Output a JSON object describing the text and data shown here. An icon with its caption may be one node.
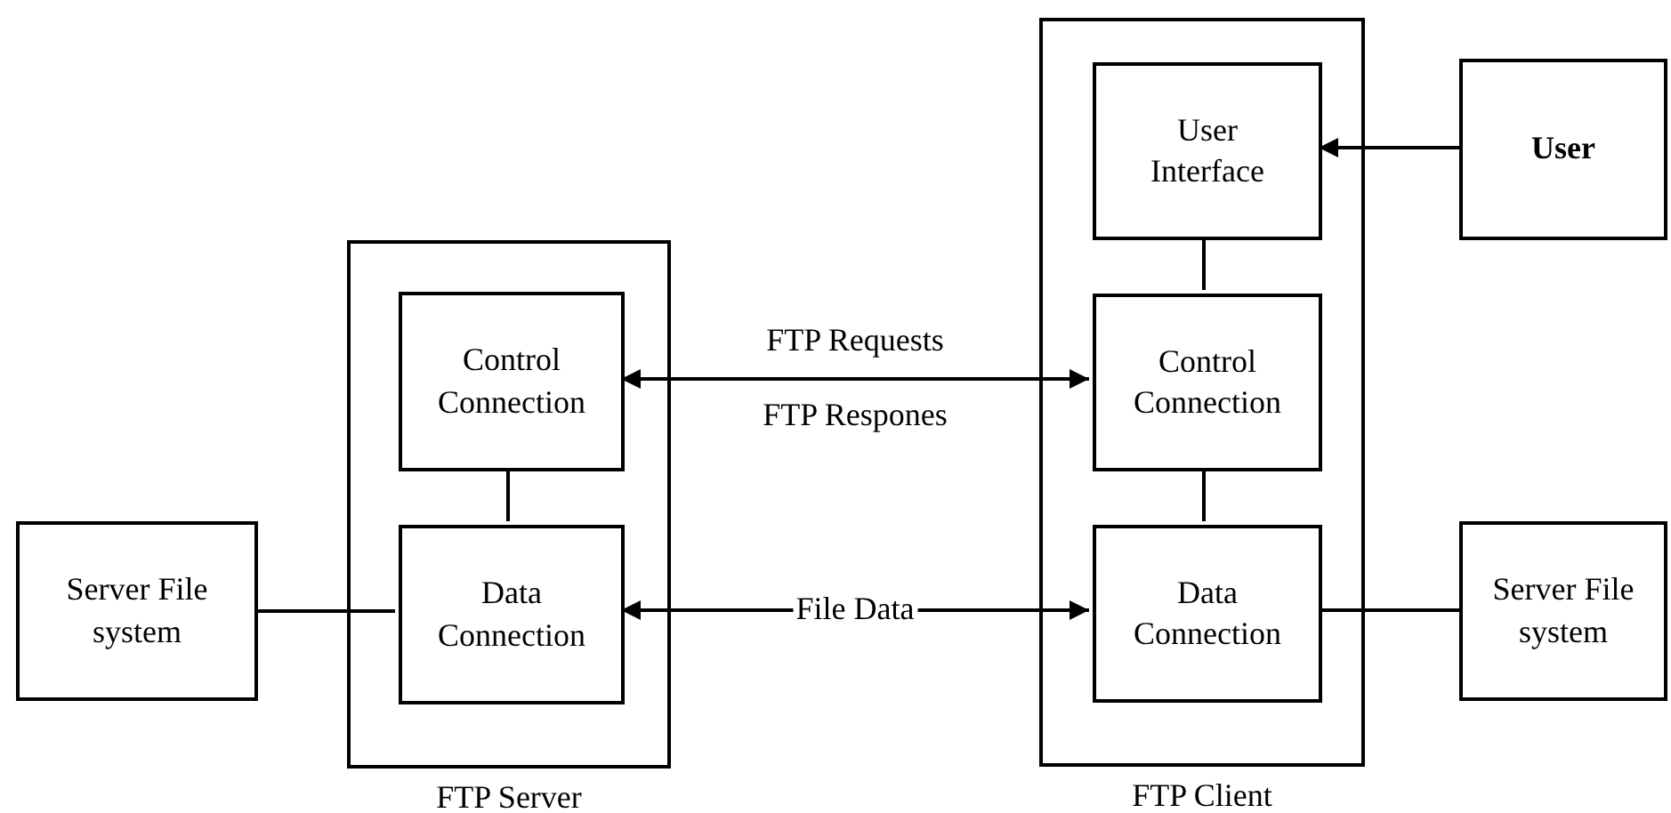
{
  "diagram": {
    "nodes": [
      {
        "text": [
          "FTP Server"
        ]
      },
      {
        "text": [
          "Control Connection"
        ],
        "in": 0
      },
      {
        "text": [
          "Data Connection"
        ],
        "in": 0
      },
      {
        "text": [
          "Server File system"
        ]
      },
      {
        "text": [
          "FTP Client"
        ]
      },
      {
        "text": [
          "User Interface"
        ],
        "in": 4
      },
      {
        "text": [
          "Control Connection"
        ],
        "in": 4
      },
      {
        "text": [
          "Data Connection"
        ],
        "in": 4
      },
      {
        "text": [
          "User"
        ]
      },
      {
        "text": [
          "Server File system"
        ]
      }
    ],
    "edges": [
      {
        "from": 8,
        "to": 5,
        "arrow": "to"
      },
      {
        "from": 5,
        "to": 6,
        "arrow": "none"
      },
      {
        "from": 1,
        "to": 6,
        "arrow": "both",
        "label": "FTP Requests"
      },
      {
        "from": 1,
        "to": 2,
        "arrow": "none"
      },
      {
        "from": 3,
        "to": 2,
        "arrow": "none"
      },
      {
        "from": 2,
        "to": 7,
        "arrow": "both",
        "label": "File Data"
      },
      {
        "from": 6,
        "to": 7,
        "arrow": "none"
      },
      {
        "from": 7,
        "to": 9,
        "arrow": "none"
      }
    ],
    "labels": [
      "FTP Respones"
    ]
  }
}
